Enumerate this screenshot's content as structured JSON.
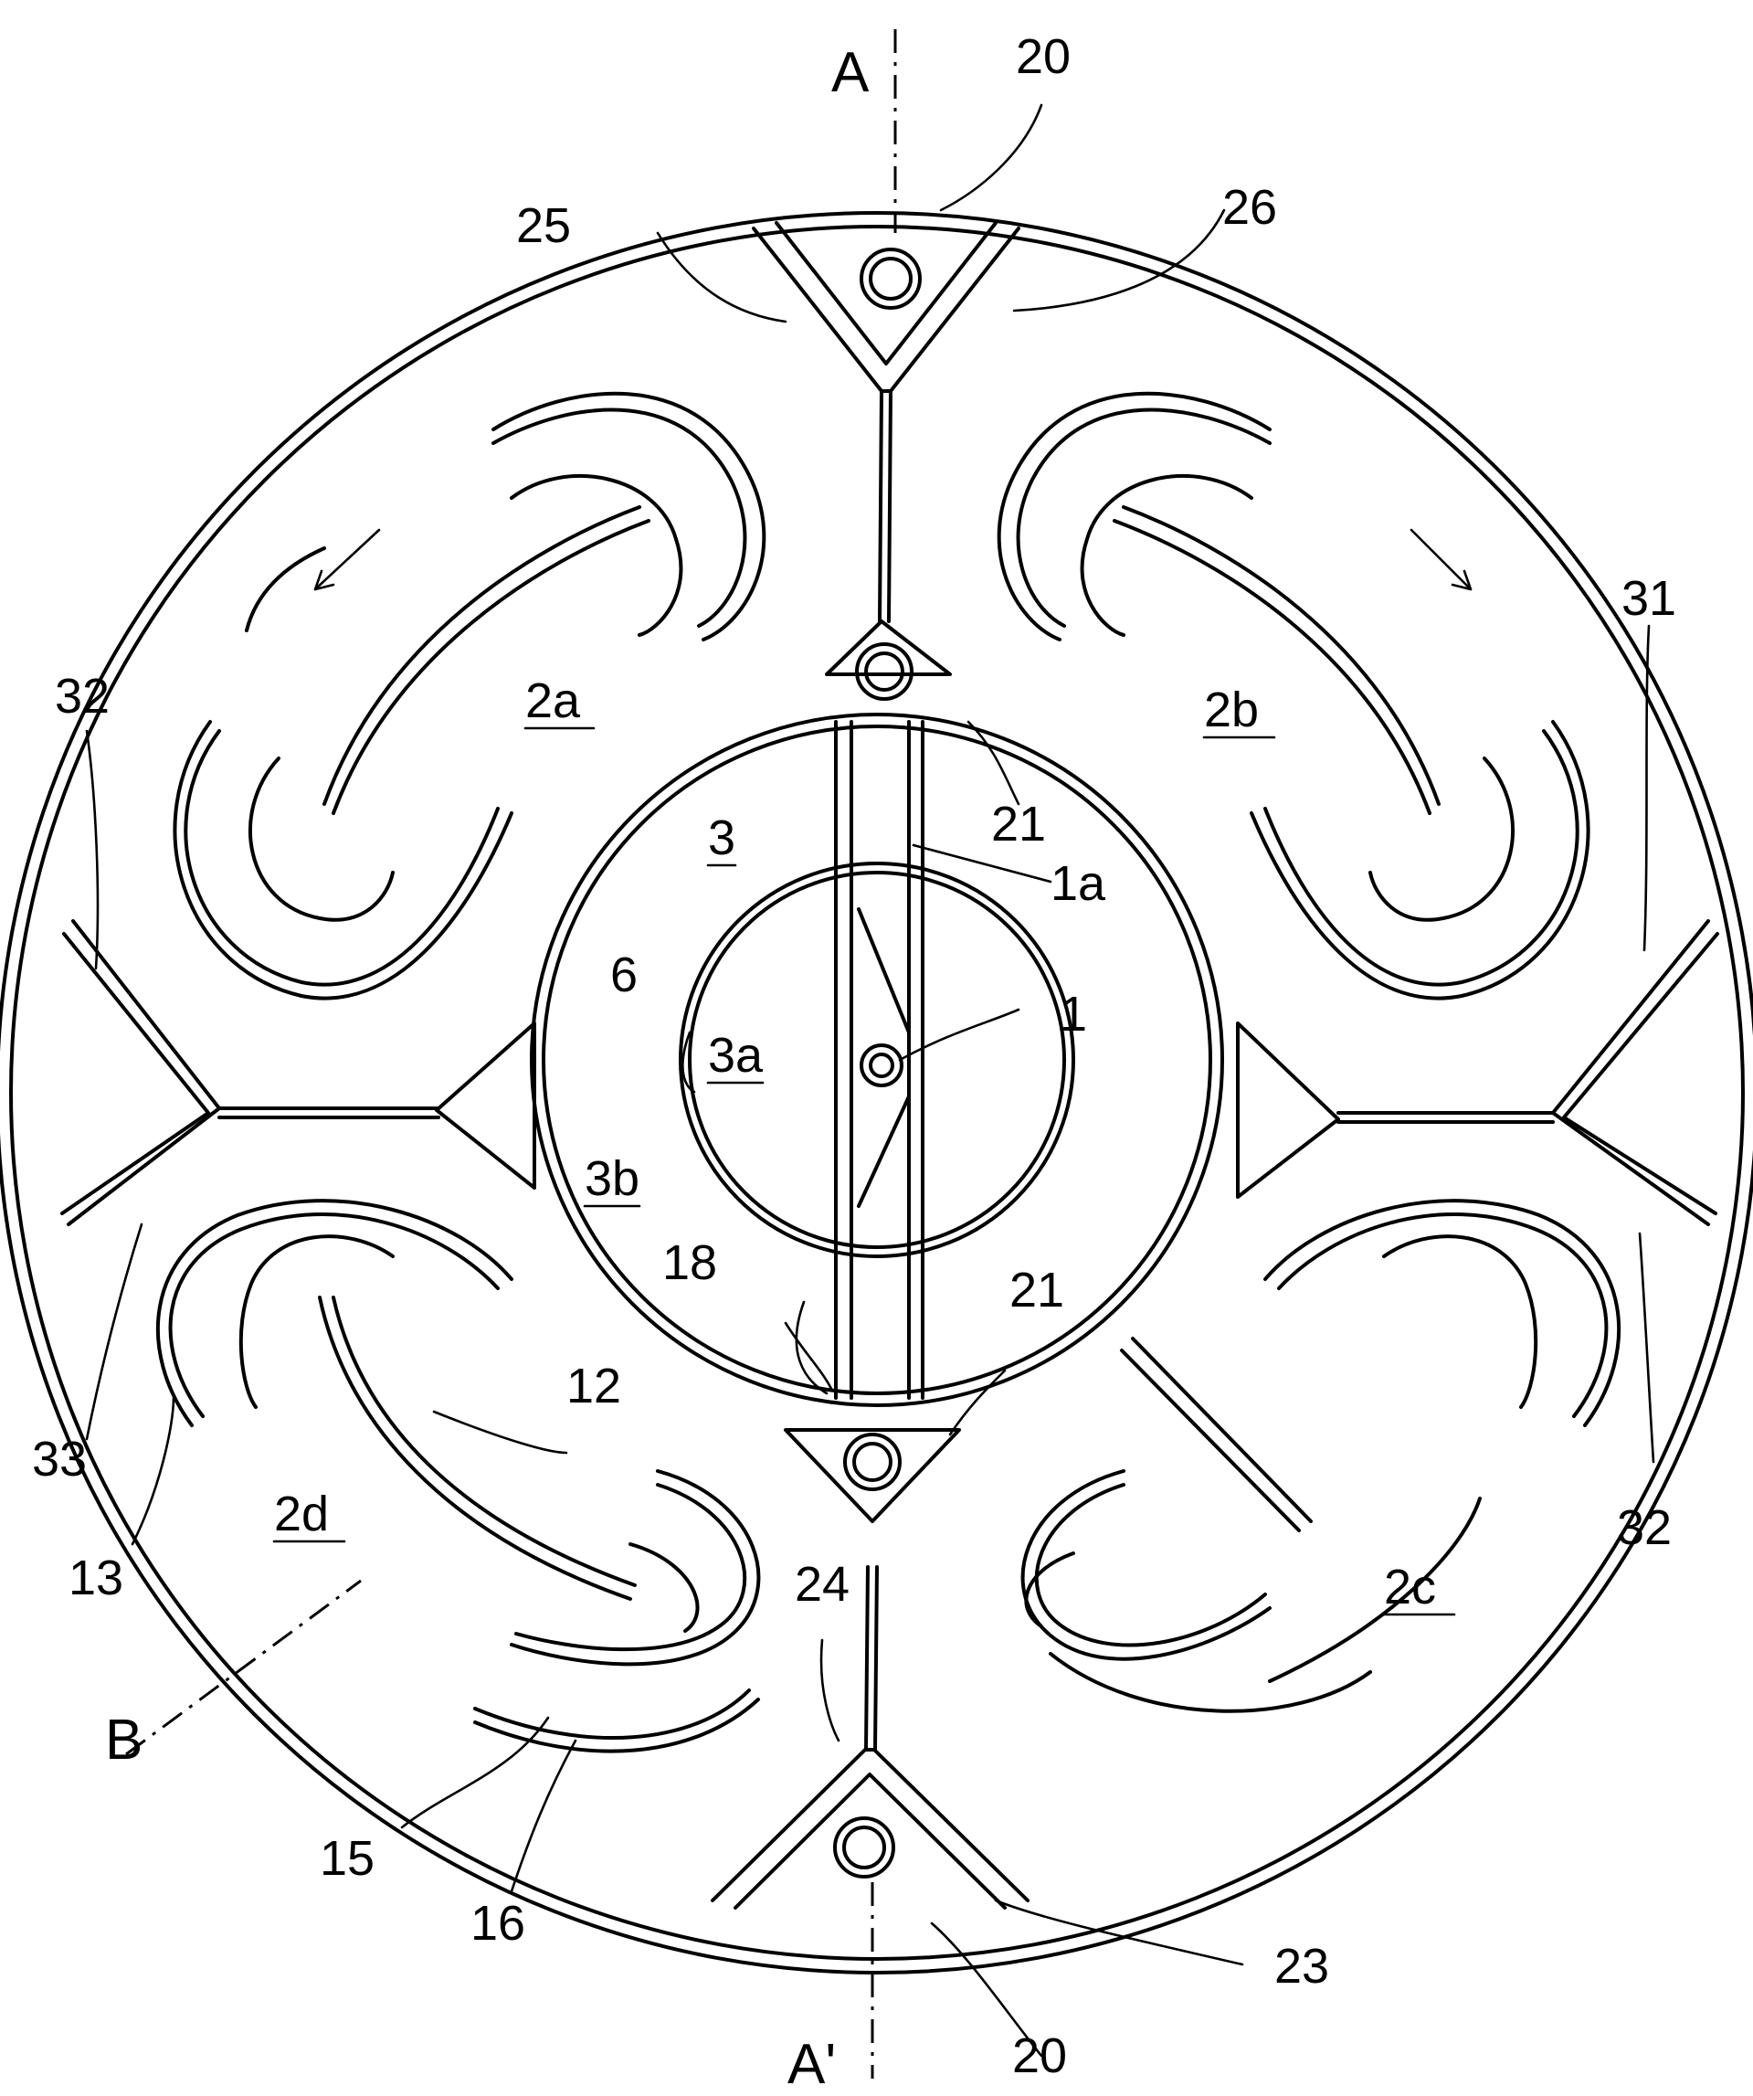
{
  "labels": {
    "a_top": "A",
    "a_bottom": "A'",
    "b": "B",
    "l20_top": "20",
    "l20_bottom": "20",
    "l25": "25",
    "l26": "26",
    "l31": "31",
    "l32_left": "32",
    "l32_right": "32",
    "l33": "33",
    "l13": "13",
    "l12": "12",
    "l15": "15",
    "l16": "16",
    "l18": "18",
    "l21_top": "21",
    "l21_bottom": "21",
    "l23": "23",
    "l24": "24",
    "l1": "1",
    "l1a": "1a",
    "l3": "3",
    "l3a": "3a",
    "l3b": "3b",
    "l6": "6",
    "l2a": "2a",
    "l2b": "2b",
    "l2c": "2c",
    "l2d": "2d"
  }
}
